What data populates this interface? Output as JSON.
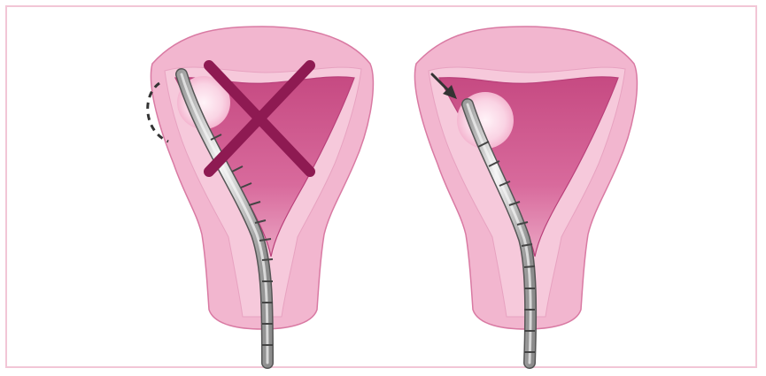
{
  "figure": {
    "panels": [
      {
        "id": "incorrect",
        "marker": "cross-mark",
        "note": "dashed-arc-icon"
      },
      {
        "id": "correct",
        "marker": "arrow-icon"
      }
    ],
    "colors": {
      "frame": "#f2c6d6",
      "uterus_outer": "#f2b6cf",
      "uterus_outline": "#d97aa3",
      "cavity": "#c94f86",
      "cavity_light": "#dc79a5",
      "cross": "#8e1a52",
      "catheter": "#c9c9c9",
      "catheter_outline": "#555555",
      "lesion": "#f9d8e6"
    }
  }
}
